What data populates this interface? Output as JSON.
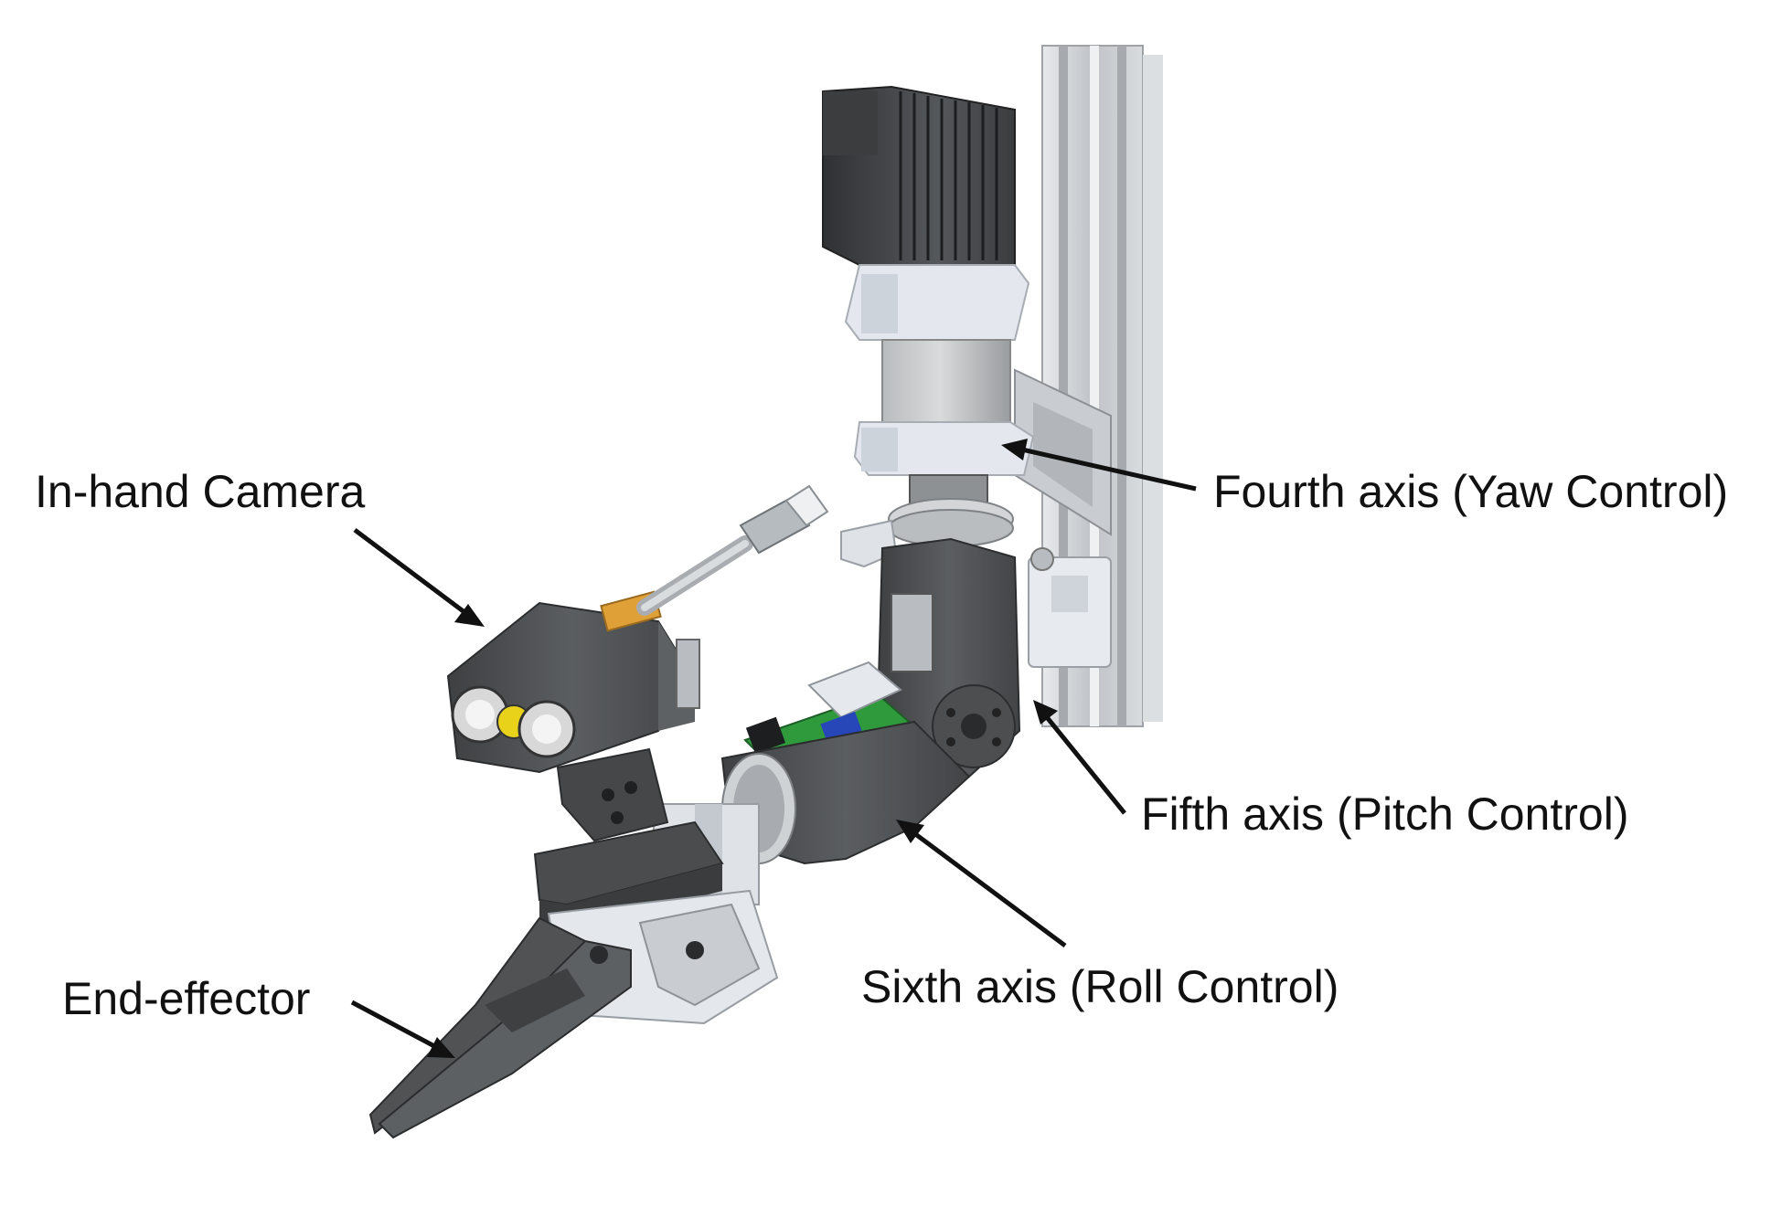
{
  "labels": {
    "camera": "In-hand Camera",
    "end_effector": "End-effector",
    "fourth_axis": "Fourth axis (Yaw Control)",
    "fifth_axis": "Fifth axis (Pitch Control)",
    "sixth_axis": "Sixth axis (Roll Control)"
  },
  "colors": {
    "dark_metal": "#4a4a4a",
    "light_part": "#dde3ea",
    "rail": "#c8ccd0",
    "pcb": "#2e9a3c",
    "lens_yellow": "#e8d21a"
  }
}
